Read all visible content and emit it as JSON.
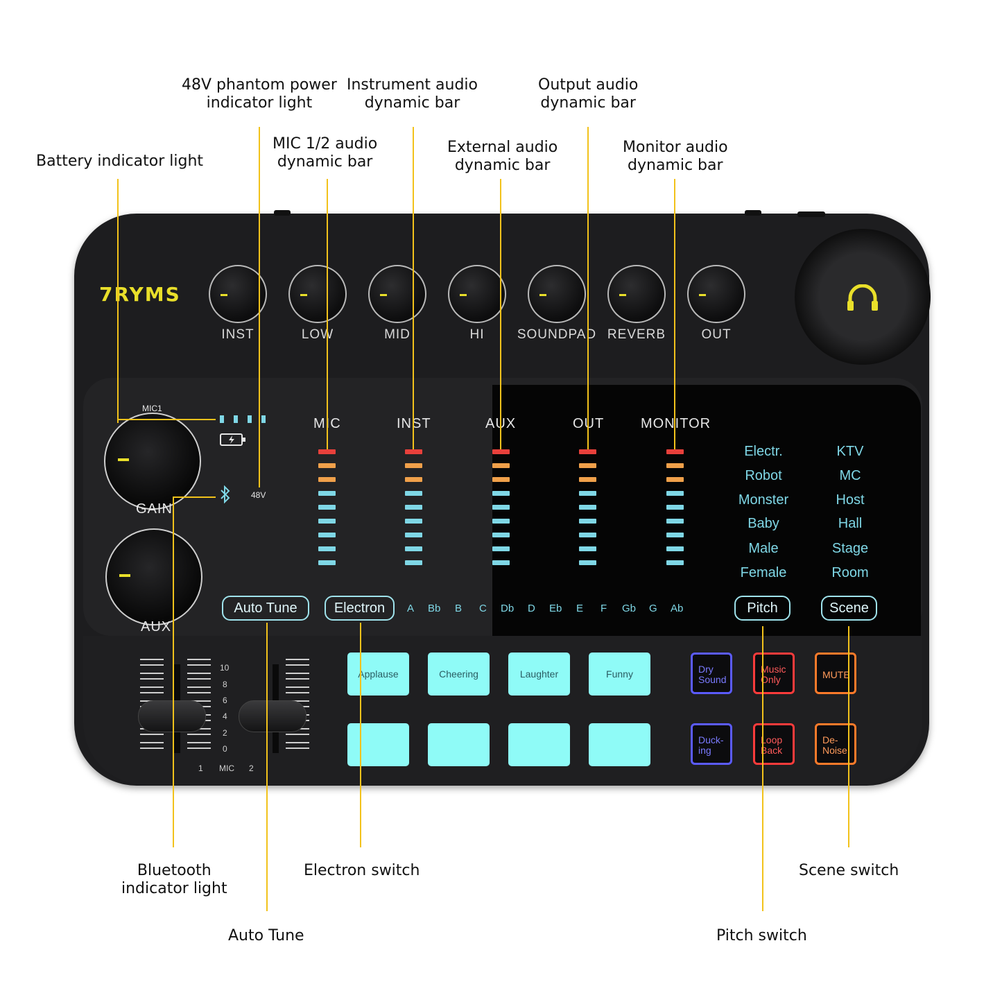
{
  "callouts": {
    "phantom": "48V phantom power\nindicator light",
    "instrument": "Instrument audio\ndynamic bar",
    "output": "Output audio\ndynamic bar",
    "battery": "Battery indicator light",
    "mic12": "MIC 1/2 audio\ndynamic bar",
    "external": "External audio\ndynamic bar",
    "monitor": "Monitor audio\ndynamic bar",
    "bluetooth": "Bluetooth\nindicator light",
    "electron": "Electron switch",
    "scene": "Scene switch",
    "autotune": "Auto Tune",
    "pitch": "Pitch switch"
  },
  "device": {
    "logo": "7RYMS",
    "knobs": [
      "INST",
      "LOW",
      "MID",
      "HI",
      "SOUNDPAD",
      "REVERB",
      "OUT"
    ],
    "headphone_icon": "headphones-icon",
    "mic1_label": "MIC1",
    "gain_label": "GAIN",
    "aux_label": "AUX",
    "phantom_label": "48V",
    "battery_icon": "battery-icon",
    "bluetooth_icon": "bluetooth-icon",
    "meters": [
      "MIC",
      "INST",
      "AUX",
      "OUT",
      "MONITOR"
    ],
    "voice_presets": [
      "Electr.",
      "Robot",
      "Monster",
      "Baby",
      "Male",
      "Female"
    ],
    "scene_presets": [
      "KTV",
      "MC",
      "Host",
      "Hall",
      "Stage",
      "Room"
    ],
    "autotune_btn": "Auto Tune",
    "electron_btn": "Electron",
    "keys": [
      "A",
      "Bb",
      "B",
      "C",
      "Db",
      "D",
      "Eb",
      "E",
      "F",
      "Gb",
      "G",
      "Ab"
    ],
    "pitch_btn": "Pitch",
    "scene_btn": "Scene",
    "pads": [
      "Applause",
      "Cheering",
      "Laughter",
      "Funny"
    ],
    "fx_buttons": [
      "Dry\nSound",
      "Music\nOnly",
      "MUTE",
      "Duck-\ning",
      "Loop\nBack",
      "De-\nNoise"
    ],
    "fader_scale": [
      "10",
      "8",
      "6",
      "4",
      "2",
      "0"
    ],
    "fader_labels": [
      "1",
      "MIC",
      "2"
    ]
  },
  "colors": {
    "accent_yellow": "#e9df2a",
    "line_yellow": "#f2c21b",
    "cyan": "#8ffbf7",
    "meter_red": "#e8403b",
    "meter_orange": "#f0a04a",
    "meter_cyan": "#7fd7e6",
    "fx_blue": "#5b5bff",
    "fx_red": "#ff3b3b",
    "fx_orange": "#ff7a2a"
  }
}
